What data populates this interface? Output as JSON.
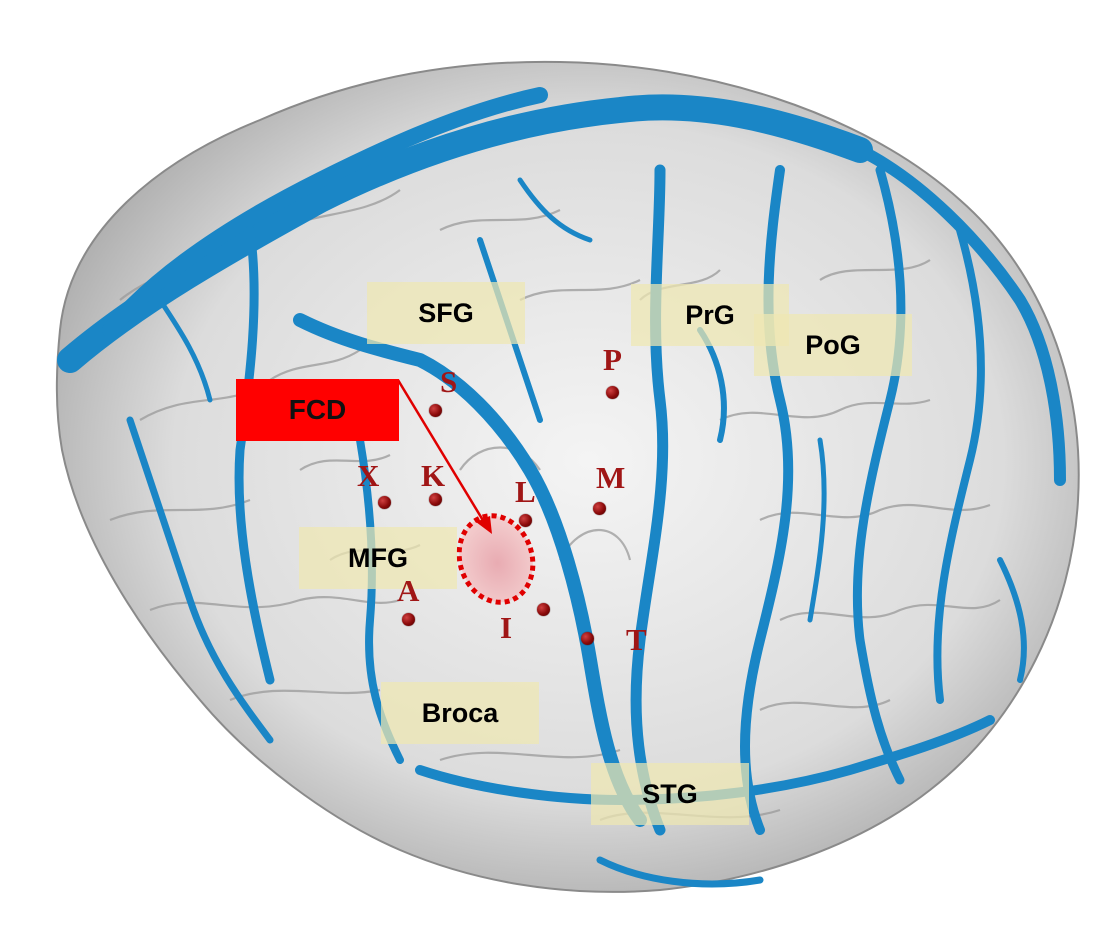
{
  "image": {
    "subject": "3D rendered brain surface with blue cortical veins and electrode markers",
    "colors": {
      "cortex": "#e6e6e6",
      "vessel": "#1a86c6",
      "label_bg": "#eee8b2",
      "fcd_box": "#ff0000",
      "electrode": "#8a0a0a",
      "electrode_label": "#a01616",
      "lesion_fill": "#f0b0b0",
      "lesion_outline": "#e00000"
    }
  },
  "region_labels": {
    "sfg": "SFG",
    "prg": "PrG",
    "pog": "PoG",
    "mfg": "MFG",
    "broca": "Broca",
    "stg": "STG"
  },
  "lesion": {
    "label": "FCD"
  },
  "electrodes": {
    "s": "S",
    "p": "P",
    "x": "X",
    "k": "K",
    "l": "L",
    "m": "M",
    "a": "A",
    "i": "I",
    "t": "T"
  }
}
